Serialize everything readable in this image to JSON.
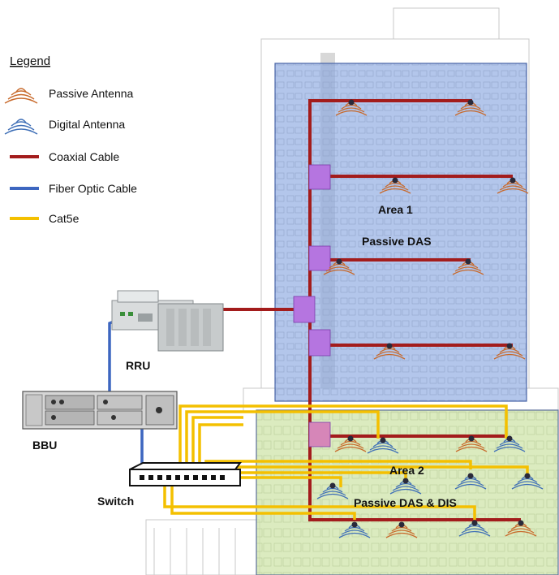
{
  "legend": {
    "title": "Legend",
    "items": [
      {
        "label": "Passive Antenna",
        "icon": "passive-antenna-icon",
        "color": "#c86a2c"
      },
      {
        "label": "Digital Antenna",
        "icon": "digital-antenna-icon",
        "color": "#3f6fb7"
      },
      {
        "label": "Coaxial Cable",
        "icon": "coax-line",
        "color": "#a31c1c"
      },
      {
        "label": "Fiber Optic Cable",
        "icon": "fiber-line",
        "color": "#3d66c0"
      },
      {
        "label": "Cat5e",
        "icon": "cat5e-line",
        "color": "#f4c000"
      }
    ]
  },
  "areas": [
    {
      "name": "Area 1",
      "type": "Passive DAS",
      "color": "#8aa8e0"
    },
    {
      "name": "Area 2",
      "type": "Passive DAS & DIS",
      "color": "#cde3a6"
    }
  ],
  "devices": {
    "rru": "RRU",
    "bbu": "BBU",
    "switch": "Switch"
  },
  "colors": {
    "coax": "#a31c1c",
    "fiber": "#3d66c0",
    "cat5e": "#f4c000",
    "splitter": "#b575e0",
    "area1_fill": "#8aa8e0",
    "area2_fill": "#cde3a6"
  }
}
